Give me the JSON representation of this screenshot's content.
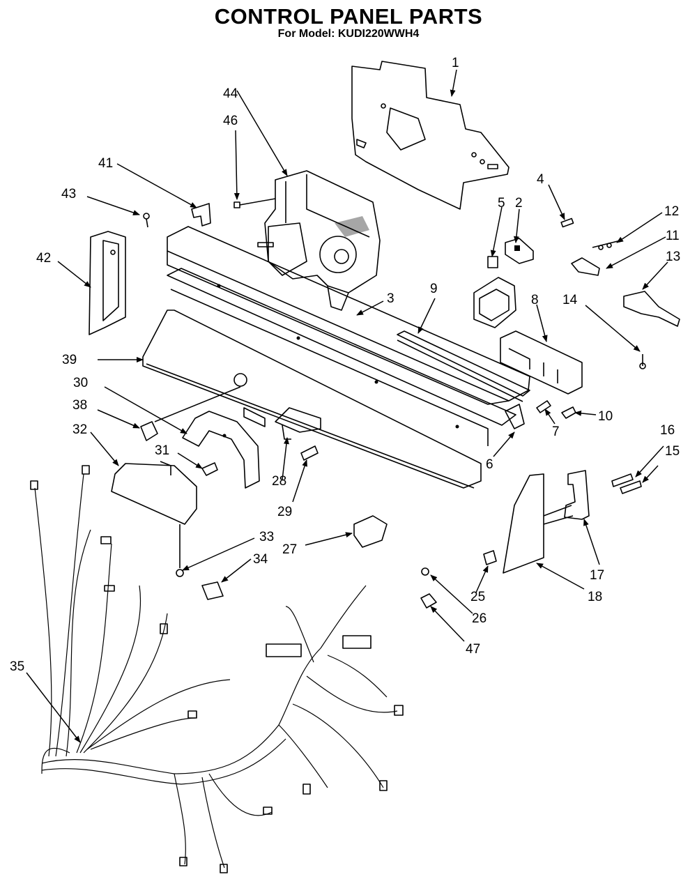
{
  "title": "CONTROL PANEL PARTS",
  "subtitle": "For Model: KUDI220WWH4",
  "callouts": [
    {
      "id": "c1",
      "text": "1"
    },
    {
      "id": "c2",
      "text": "2"
    },
    {
      "id": "c3",
      "text": "3"
    },
    {
      "id": "c4",
      "text": "4"
    },
    {
      "id": "c5",
      "text": "5"
    },
    {
      "id": "c6",
      "text": "6"
    },
    {
      "id": "c7",
      "text": "7"
    },
    {
      "id": "c8",
      "text": "8"
    },
    {
      "id": "c9",
      "text": "9"
    },
    {
      "id": "c10",
      "text": "10"
    },
    {
      "id": "c11",
      "text": "11"
    },
    {
      "id": "c12",
      "text": "12"
    },
    {
      "id": "c13",
      "text": "13"
    },
    {
      "id": "c14",
      "text": "14"
    },
    {
      "id": "c15",
      "text": "15"
    },
    {
      "id": "c16",
      "text": "16"
    },
    {
      "id": "c17",
      "text": "17"
    },
    {
      "id": "c18",
      "text": "18"
    },
    {
      "id": "c25",
      "text": "25"
    },
    {
      "id": "c26",
      "text": "26"
    },
    {
      "id": "c27",
      "text": "27"
    },
    {
      "id": "c28",
      "text": "28"
    },
    {
      "id": "c29",
      "text": "29"
    },
    {
      "id": "c30",
      "text": "30"
    },
    {
      "id": "c31",
      "text": "31"
    },
    {
      "id": "c32",
      "text": "32"
    },
    {
      "id": "c33",
      "text": "33"
    },
    {
      "id": "c34",
      "text": "34"
    },
    {
      "id": "c35",
      "text": "35"
    },
    {
      "id": "c38",
      "text": "38"
    },
    {
      "id": "c39",
      "text": "39"
    },
    {
      "id": "c41",
      "text": "41"
    },
    {
      "id": "c42",
      "text": "42"
    },
    {
      "id": "c43",
      "text": "43"
    },
    {
      "id": "c44",
      "text": "44"
    },
    {
      "id": "c46",
      "text": "46"
    },
    {
      "id": "c47",
      "text": "47"
    }
  ]
}
